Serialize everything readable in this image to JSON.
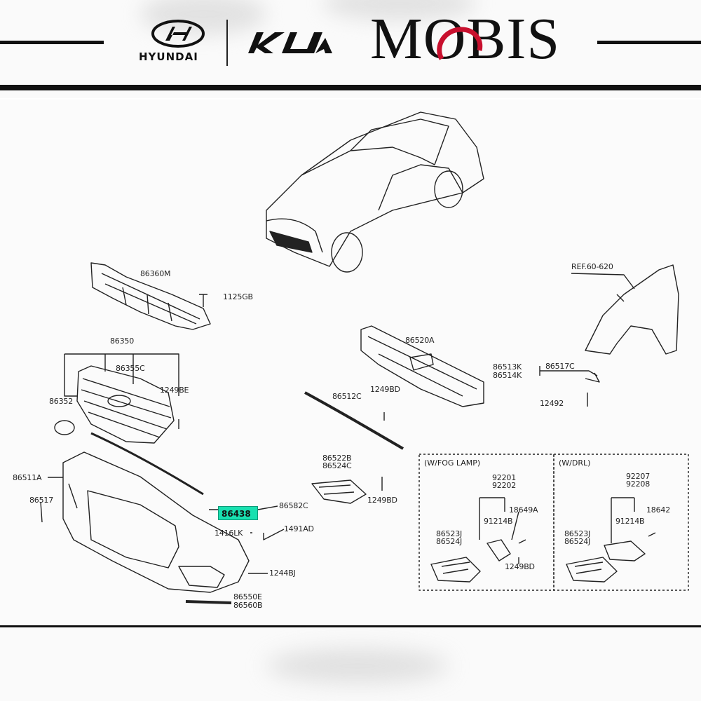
{
  "header": {
    "brands": [
      "HYUNDAI",
      "KIA",
      "MOBIS"
    ],
    "hyundai_wordmark": "HYUNDAI",
    "mobis_wordmark": "MOBIS"
  },
  "parts": {
    "grille_bracket": "86360M",
    "bolt_1": "1125GB",
    "grille_assy": "86350",
    "grille_sub": "86355C",
    "emblem": "86352",
    "clip_1": "1249BE",
    "bumper_cover": "86511A",
    "side_clip": "86517",
    "lip_strip": "86438",
    "trim_clip": "86582C",
    "screw_1": "1416LK",
    "screw_2": "1491AD",
    "screw_3": "1244BJ",
    "cover_lower_1": "86550E",
    "cover_lower_2": "86560B",
    "absorber": "86520A",
    "beam_strip": "86512C",
    "clip_2": "1249BD",
    "cover_a1": "86522B",
    "cover_a2": "86524C",
    "clip_3": "1249BD",
    "fender_ref": "REF.60-620",
    "fender_bracket_1": "86513K",
    "fender_bracket_2": "86514K",
    "bracket_clip": "86517C",
    "bolt_2": "12492"
  },
  "fog_box": {
    "title": "(W/FOG LAMP)",
    "lamp_1": "92201",
    "lamp_2": "92202",
    "bulb": "18649A",
    "holder": "91214B",
    "cover_1": "86523J",
    "cover_2": "86524J",
    "clip": "1249BD"
  },
  "drl_box": {
    "title": "(W/DRL)",
    "lamp_1": "92207",
    "lamp_2": "92208",
    "bulb": "18642",
    "holder": "91214B",
    "cover_1": "86523J",
    "cover_2": "86524J"
  },
  "colors": {
    "highlight": "#19e0b0",
    "line": "#222222",
    "mobis_accent": "#c8102e"
  }
}
